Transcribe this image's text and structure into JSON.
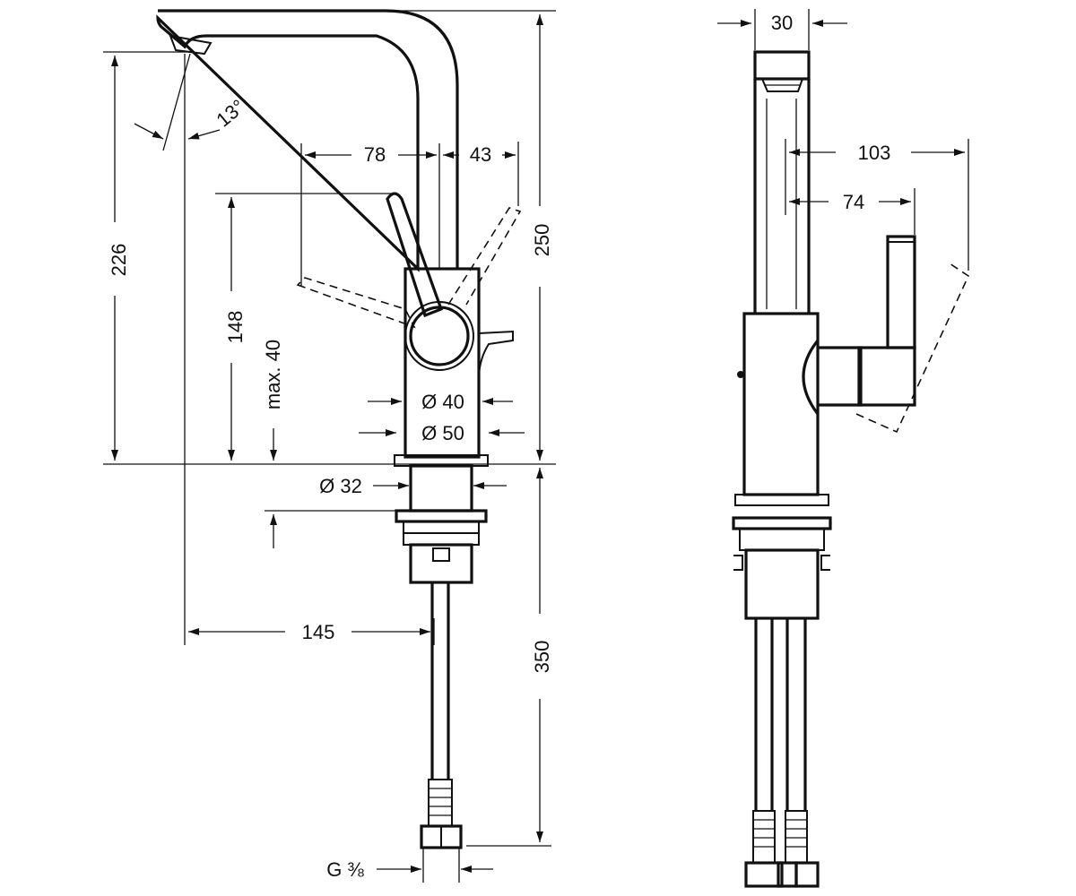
{
  "diagram": {
    "dimensions": {
      "spout_width": "30",
      "spout_angle": "13°",
      "lever_reach_left": "78",
      "lever_reach_right": "43",
      "total_height": "250",
      "spout_height": "226",
      "lever_height": "148",
      "deck_thickness": "max. 40",
      "body_dia_inner": "Ø 40",
      "body_dia_outer": "Ø 50",
      "shank_dia": "Ø 32",
      "spout_reach": "145",
      "hose_length": "350",
      "connection_thread": "G ⅜",
      "side_depth_lever": "103",
      "side_depth_body": "74"
    }
  }
}
